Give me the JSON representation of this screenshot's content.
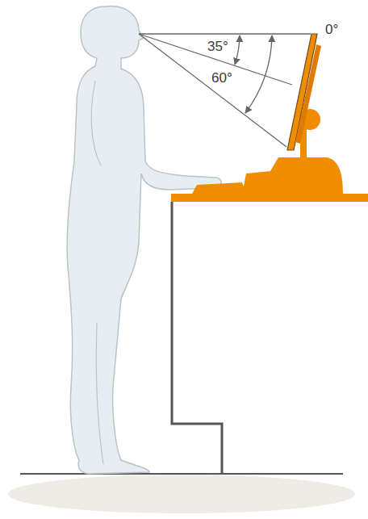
{
  "diagram": {
    "labels": [
      "0°",
      "35°",
      "60°"
    ]
  }
}
